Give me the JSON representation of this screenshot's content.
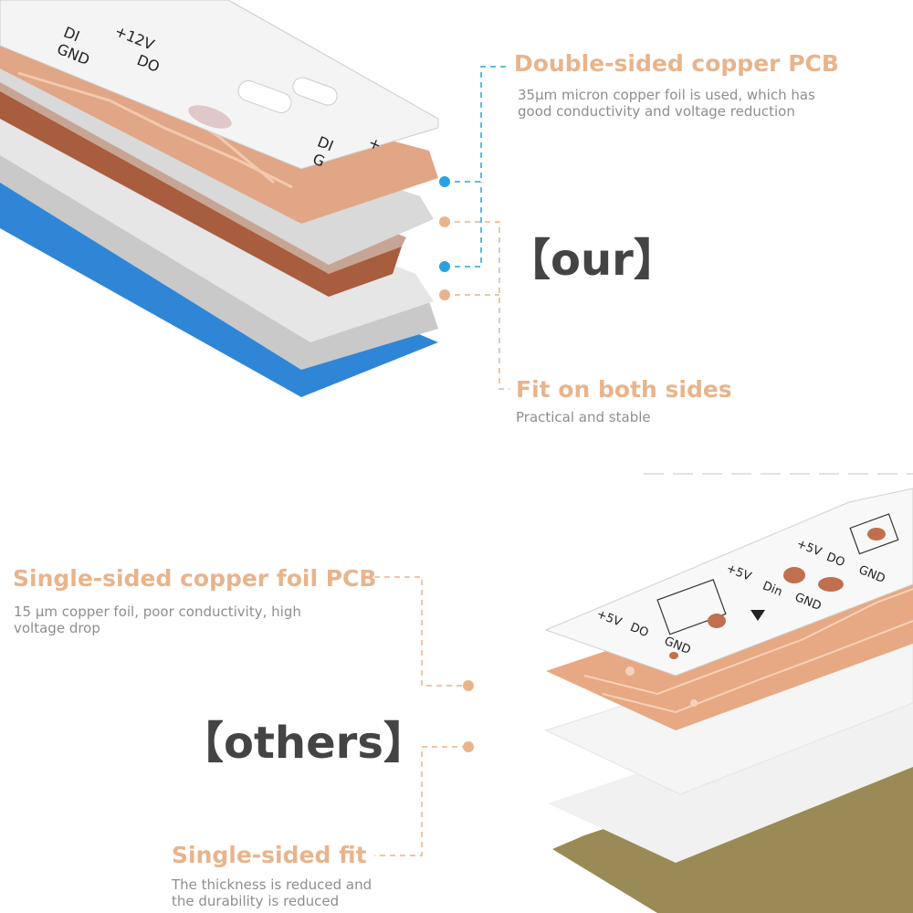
{
  "our_section": {
    "label": "【our】",
    "feature1": {
      "title": "Double-sided copper PCB",
      "desc": "35µm micron copper foil is used, which has good conductivity and voltage reduction"
    },
    "feature2": {
      "title": "Fit on both sides",
      "desc": "Practical and stable"
    },
    "pcb_labels": [
      "DI",
      "+12V",
      "GND",
      "DO",
      "DI",
      "+",
      "G"
    ]
  },
  "others_section": {
    "label": "【others】",
    "feature1": {
      "title": "Single-sided copper foil PCB",
      "desc": "15 µm copper foil, poor conductivity, high voltage drop"
    },
    "feature2": {
      "title": "Single-sided fit",
      "desc": "The thickness is reduced and the durability is reduced"
    },
    "pcb_labels": [
      "+5V",
      "DO",
      "GND",
      "+5V",
      "Din",
      "GND",
      "+5V",
      "DO",
      "GND"
    ]
  },
  "colors": {
    "accent_orange": "#e8b48c",
    "accent_blue": "#29a3e0",
    "copper": "#d99a76",
    "dark_copper": "#a45a3c",
    "blue_tape": "#2f86d6",
    "olive_tape": "#9a8a55"
  }
}
